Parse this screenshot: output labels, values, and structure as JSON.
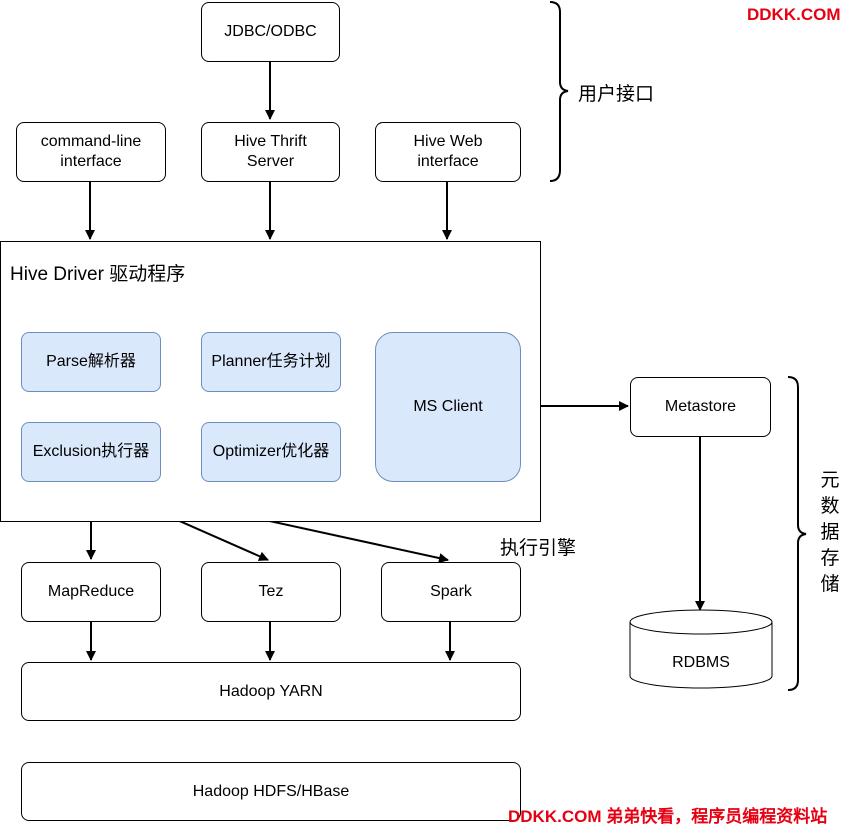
{
  "nodes": {
    "jdbc": "JDBC/ODBC",
    "cli": "command-line\ninterface",
    "thrift": "Hive Thrift\nServer",
    "web": "Hive Web\ninterface",
    "driver_title": "Hive Driver 驱动程序",
    "parse": "Parse解析器",
    "planner": "Planner任务计划",
    "exclusion": "Exclusion执行器",
    "optimizer": "Optimizer优化器",
    "ms_client": "MS Client",
    "metastore": "Metastore",
    "rdbms": "RDBMS",
    "mapreduce": "MapReduce",
    "tez": "Tez",
    "spark": "Spark",
    "yarn": "Hadoop YARN",
    "hdfs": "Hadoop HDFS/HBase"
  },
  "labels": {
    "user_interface": "用户接口",
    "exec_engine": "执行引擎",
    "metadata_storage": [
      "元",
      "数",
      "据",
      "存",
      "储"
    ]
  },
  "watermarks": {
    "top_right": "DDKK.COM",
    "bottom": "DDKK.COM 弟弟快看，程序员编程资料站"
  },
  "colors": {
    "module_fill": "#dae8fc",
    "module_stroke": "#6c8ebf",
    "watermark": "#e60012"
  }
}
